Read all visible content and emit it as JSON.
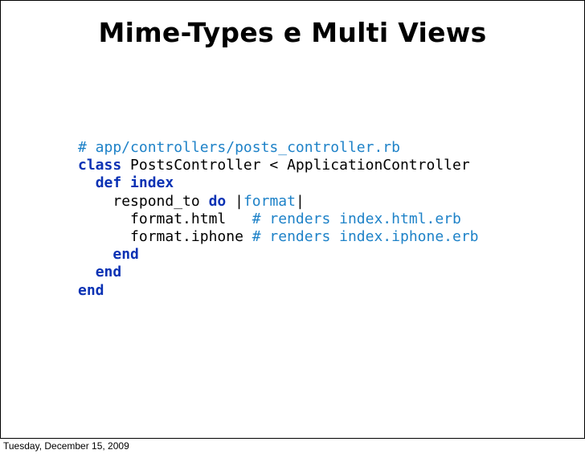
{
  "slide": {
    "title": "Mime-Types e Multi Views"
  },
  "code": {
    "line1_comment": "# app/controllers/posts_controller.rb",
    "line2_kw": "class",
    "line2_rest": " PostsController < ApplicationController",
    "line3_indent": "  ",
    "line3_kw_def": "def",
    "line3_space": " ",
    "line3_name": "index",
    "line4_indent": "    ",
    "line4_call": "respond_to ",
    "line4_kw_do": "do",
    "line4_pipe_open": " |",
    "line4_var": "format",
    "line4_pipe_close": "|",
    "line5_indent": "      ",
    "line5_code": "format.html   ",
    "line5_comment": "# renders index.html.erb",
    "line6_indent": "      ",
    "line6_code": "format.iphone ",
    "line6_comment": "# renders index.iphone.erb",
    "line7_indent": "    ",
    "line7_kw": "end",
    "line8_indent": "  ",
    "line8_kw": "end",
    "line9_kw": "end"
  },
  "footer": {
    "date": "Tuesday, December 15, 2009"
  },
  "colors": {
    "comment": "#1e82c8",
    "keyword": "#0b32b4",
    "text": "#000000",
    "background": "#ffffff"
  }
}
